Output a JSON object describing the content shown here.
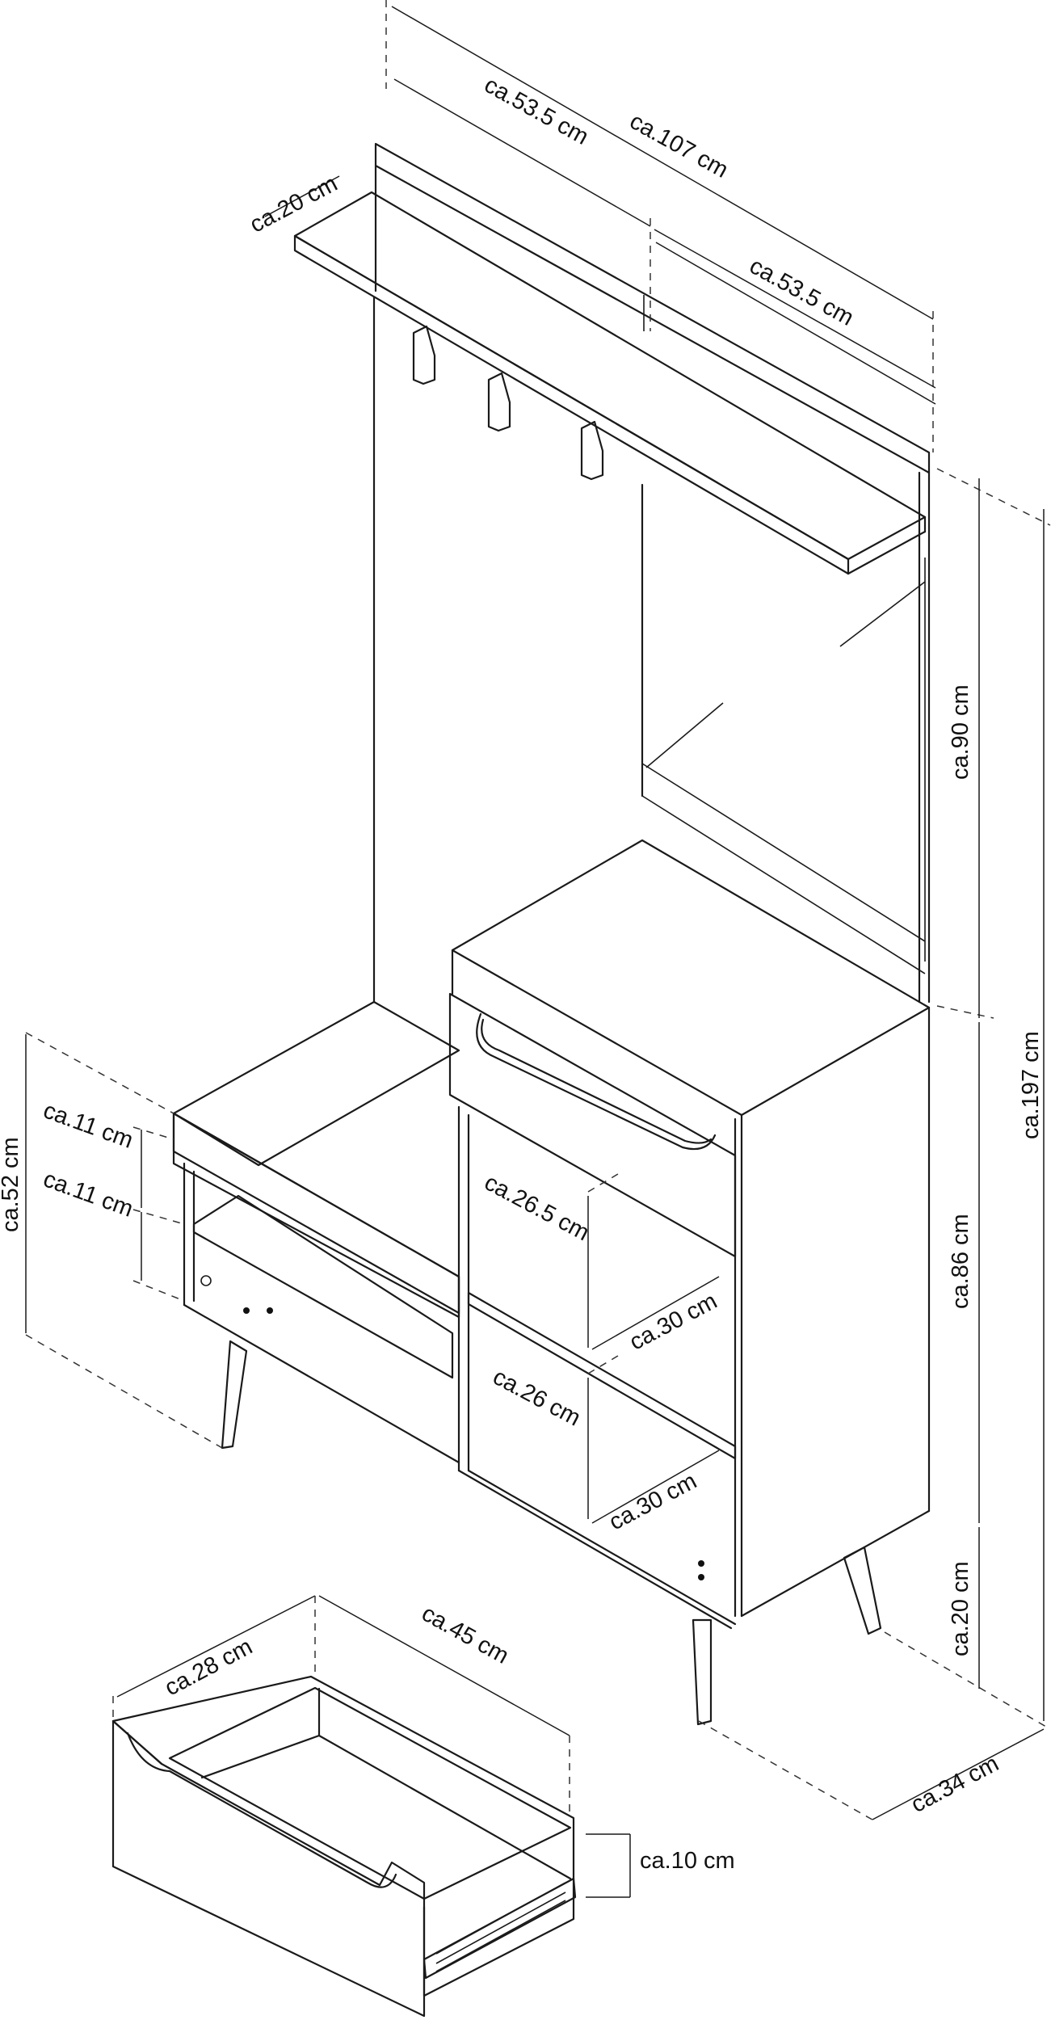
{
  "dimensions": {
    "total_width": "ca.107 cm",
    "top_left_width": "ca.53.5 cm",
    "top_right_width": "ca.53.5 cm",
    "shelf_depth": "ca.20 cm",
    "mirror_height": "ca.90 cm",
    "total_height": "ca.197 cm",
    "cabinet_height": "ca.86 cm",
    "leg_height": "ca.20 cm",
    "cabinet_depth": "ca.34 cm",
    "bench_height": "ca.52 cm",
    "bench_upper": "ca.11 cm",
    "bench_lower": "ca.11 cm",
    "upper_compartment_h": "ca.26.5 cm",
    "upper_compartment_w": "ca.30 cm",
    "lower_compartment_h": "ca.26 cm",
    "lower_compartment_w": "ca.30 cm",
    "drawer_depth": "ca.28 cm",
    "drawer_width": "ca.45 cm",
    "drawer_height": "ca.10 cm"
  }
}
